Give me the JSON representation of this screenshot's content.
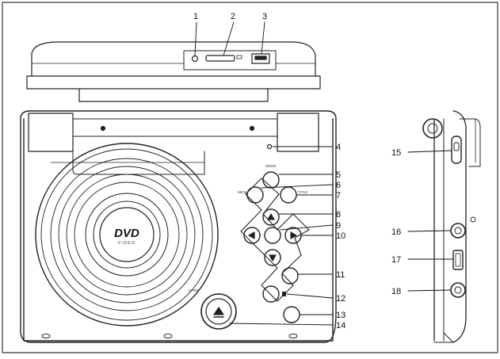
{
  "diagram": {
    "callouts": [
      "1",
      "2",
      "3",
      "4",
      "5",
      "6",
      "7",
      "8",
      "9",
      "10",
      "11",
      "12",
      "13",
      "14",
      "15",
      "16",
      "17",
      "18"
    ],
    "logo": "DVD",
    "logo_sub": "VIDEO",
    "button_labels": {
      "mode": "MODE",
      "menu": "MENU",
      "title": "TITLE"
    }
  }
}
